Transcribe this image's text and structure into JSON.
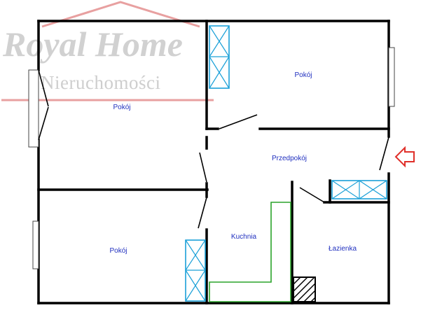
{
  "watermark": {
    "title": "Royal Home",
    "subtitle": "Nieruchomości",
    "logo_name": "royal-home-logo"
  },
  "rooms": {
    "pokoj_left": "Pokój",
    "pokoj_top_right": "Pokój",
    "pokoj_bottom_left": "Pokój",
    "przedpokoj": "Przedpokój",
    "kuchnia": "Kuchnia",
    "lazienka": "Łazienka"
  },
  "colors": {
    "labels": "#1f2fbf",
    "cabinets": "#1aa0d8",
    "counter": "#2aa32a",
    "entrance_arrow": "#e0302a",
    "watermark": "#c9c9c9",
    "watermark_accent": "#e8a0a0"
  },
  "entrance_marker": "arrow-pointing-left"
}
